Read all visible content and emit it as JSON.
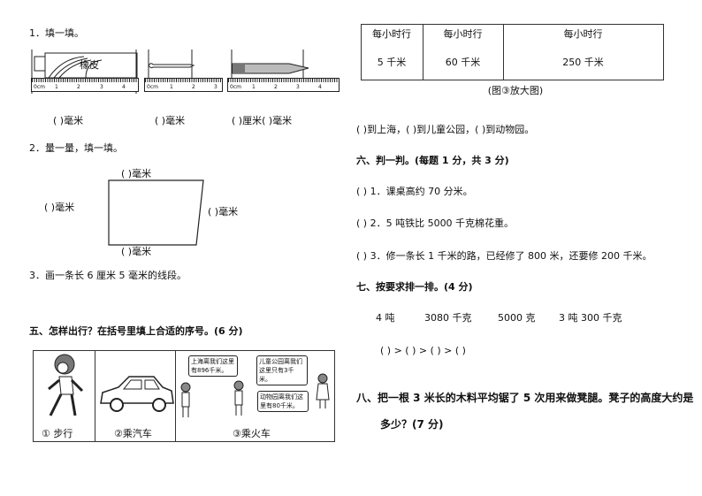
{
  "left": {
    "q1": {
      "title": "1．填一填。",
      "eraser_label": "橡皮",
      "ruler_ticks_1": [
        "0cm",
        "1",
        "2",
        "3",
        "4"
      ],
      "ruler_ticks_2": [
        "0cm",
        "1",
        "2",
        "3"
      ],
      "ruler_ticks_3": [
        "0cm",
        "1",
        "2",
        "3",
        "4"
      ],
      "answers": [
        "(        )毫米",
        "(        )毫米",
        "(      )厘米(      )毫米"
      ]
    },
    "q2": {
      "title": "2．量一量，填一填。",
      "top": "(        )毫米",
      "left": "(        )毫米",
      "right": "(        )毫米",
      "bottom": "(        )毫米"
    },
    "q3": {
      "title": "3．画一条长 6 厘米 5 毫米的线段。"
    },
    "q5": {
      "title": "五、怎样出行？在括号里填上合适的序号。(6 分)",
      "options": [
        "① 步行",
        "②乘汽车",
        "③乘火车"
      ],
      "bubbles": [
        "上海离我们这里有896千米。",
        "儿童公园离我们这里只有3千米。",
        "动物园离我们这里有80千米。"
      ]
    }
  },
  "right": {
    "speed_table": {
      "header": [
        "每小时行",
        "每小时行",
        "每小时行"
      ],
      "values": [
        "5 千米",
        "60 千米",
        "250 千米"
      ],
      "caption": "(图③放大图)"
    },
    "q5_answer": "(            )到上海，(            )到儿童公园，(            )到动物园。",
    "q6": {
      "title": "六、判一判。(每题 1 分，共 3 分)",
      "items": [
        "(     ) 1．课桌高约 70 分米。",
        "(     ) 2．5 吨铁比 5000 千克棉花重。",
        "(     ) 3．修一条长 1 千米的路，已经修了 800 米，还要修 200 千米。"
      ]
    },
    "q7": {
      "title": "七、按要求排一排。(4 分)",
      "items": [
        "4 吨",
        "3080 千克",
        "5000 克",
        "3 吨 300 千克"
      ],
      "order": "(            ) > (            ) > (            ) > (            )"
    },
    "q8": {
      "title": "八、把一根 3 米长的木料平均锯了 5 次用来做凳腿。凳子的高度大约是",
      "title_cont": "多少？(7 分)"
    }
  }
}
